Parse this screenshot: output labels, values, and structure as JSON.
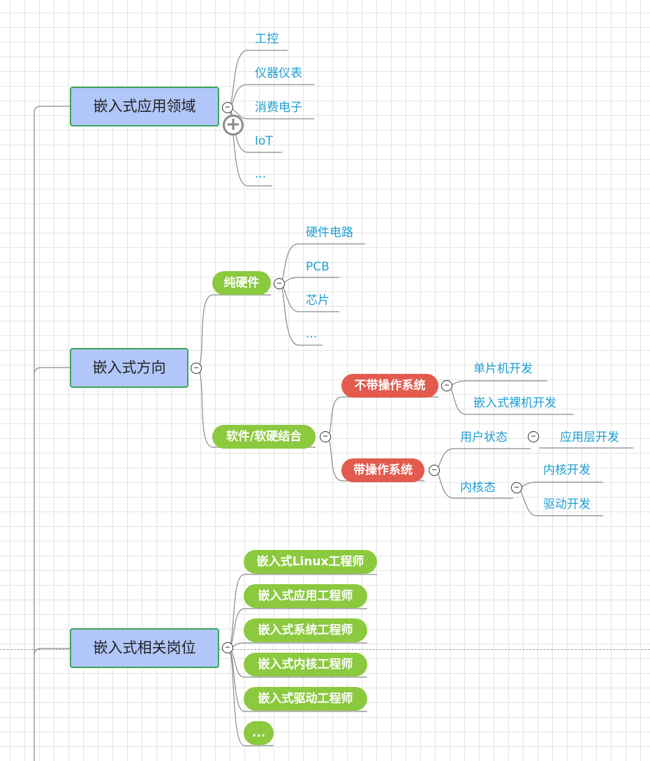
{
  "colors": {
    "topic_fill": "#b1c6f9",
    "topic_border": "#3aa65b",
    "green": "#8bc93f",
    "red": "#e25b4e",
    "leaf_text": "#1ea0d3",
    "line": "#888888"
  },
  "icons": {
    "collapse": "minus-circle-icon",
    "expand": "plus-circle-icon"
  },
  "controls": {
    "collapse": "−",
    "expand": "+"
  },
  "topics": [
    {
      "label": "嵌入式应用领域",
      "children": [
        "工控",
        "仪器仪表",
        "消费电子",
        "IoT",
        "..."
      ]
    },
    {
      "label": "嵌入式方向",
      "hardware": {
        "label": "纯硬件",
        "children": [
          "硬件电路",
          "PCB",
          "芯片",
          "..."
        ]
      },
      "software": {
        "label": "软件/软硬结合",
        "no_os": {
          "label": "不带操作系统",
          "children": [
            "单片机开发",
            "嵌入式裸机开发"
          ]
        },
        "with_os": {
          "label": "带操作系统",
          "user_mode": {
            "label": "用户状态",
            "children": [
              "应用层开发"
            ]
          },
          "kernel_mode": {
            "label": "内核态",
            "children": [
              "内核开发",
              "驱动开发"
            ]
          }
        }
      }
    },
    {
      "label": "嵌入式相关岗位",
      "children": [
        "嵌入式Linux工程师",
        "嵌入式应用工程师",
        "嵌入式系统工程师",
        "嵌入式内核工程师",
        "嵌入式驱动工程师",
        "..."
      ]
    }
  ]
}
